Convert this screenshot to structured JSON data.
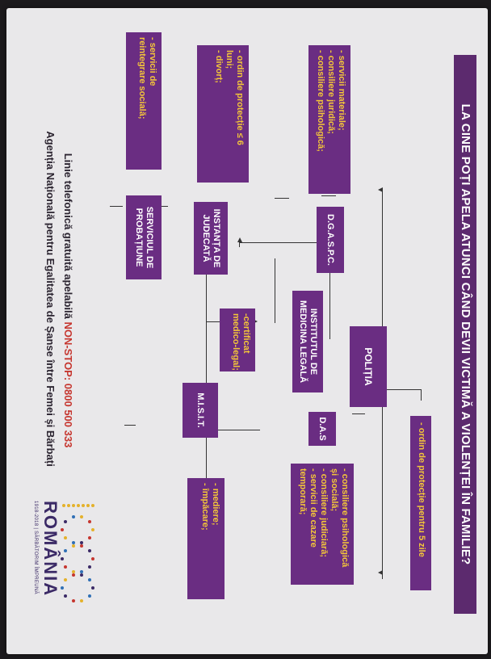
{
  "title": "LA CINE POȚI APELA ATUNCI CÂND DEVII VICTIMĂ A VIOLENȚEI ÎN FAMILIE?",
  "politia": {
    "label": "POLIȚIA",
    "note": "- ordin de protecție pentru 5 zile"
  },
  "dgaspc": {
    "label": "D.G.A.S.P.C.",
    "services": [
      "- servicii materiale;",
      "- consiliere juridică;",
      "- consiliere psihologică;"
    ]
  },
  "iml": {
    "label_line1": "INSTITUTUL DE",
    "label_line2": "MEDICINA LEGALĂ",
    "note_line1": "-certificat",
    "note_line2": "medico-legal;"
  },
  "das": {
    "label": "D.A.S",
    "services": [
      "- consiliere psihologică",
      "și socială;",
      "- consiliere judiciară;",
      "- servicii de cazare",
      "temporară;"
    ]
  },
  "instanta": {
    "label_line1": "INSTANȚA DE",
    "label_line2": "JUDECATĂ",
    "services": [
      "- ordin de protecție ≤ 6",
      "luni;",
      "- divorț;"
    ]
  },
  "misit": {
    "label": "M.I.S.I.T.",
    "services": [
      "- mediere;",
      "- împăcare;"
    ]
  },
  "probatiune": {
    "label_line1": "SERVICIUL DE",
    "label_line2": "PROBAȚIUNE",
    "services": [
      "- servicii de",
      "reintegrare socială;"
    ]
  },
  "footer": {
    "hotline_prefix": "Linie telefonică gratuită apelabilă ",
    "hotline_highlight": "NON-STOP: 0800 500 333",
    "agency": "Agenția Națională pentru Egalitatea de Șanse între Femei și Bărbați"
  },
  "logo": {
    "word": "ROMÂNIA",
    "sub": "1918-2018 | SĂRBĂTORIM ÎMPREUNĂ",
    "colors": [
      "#e4b12b",
      "#c6362f",
      "#3b2a66",
      "#2f6fb5"
    ]
  }
}
